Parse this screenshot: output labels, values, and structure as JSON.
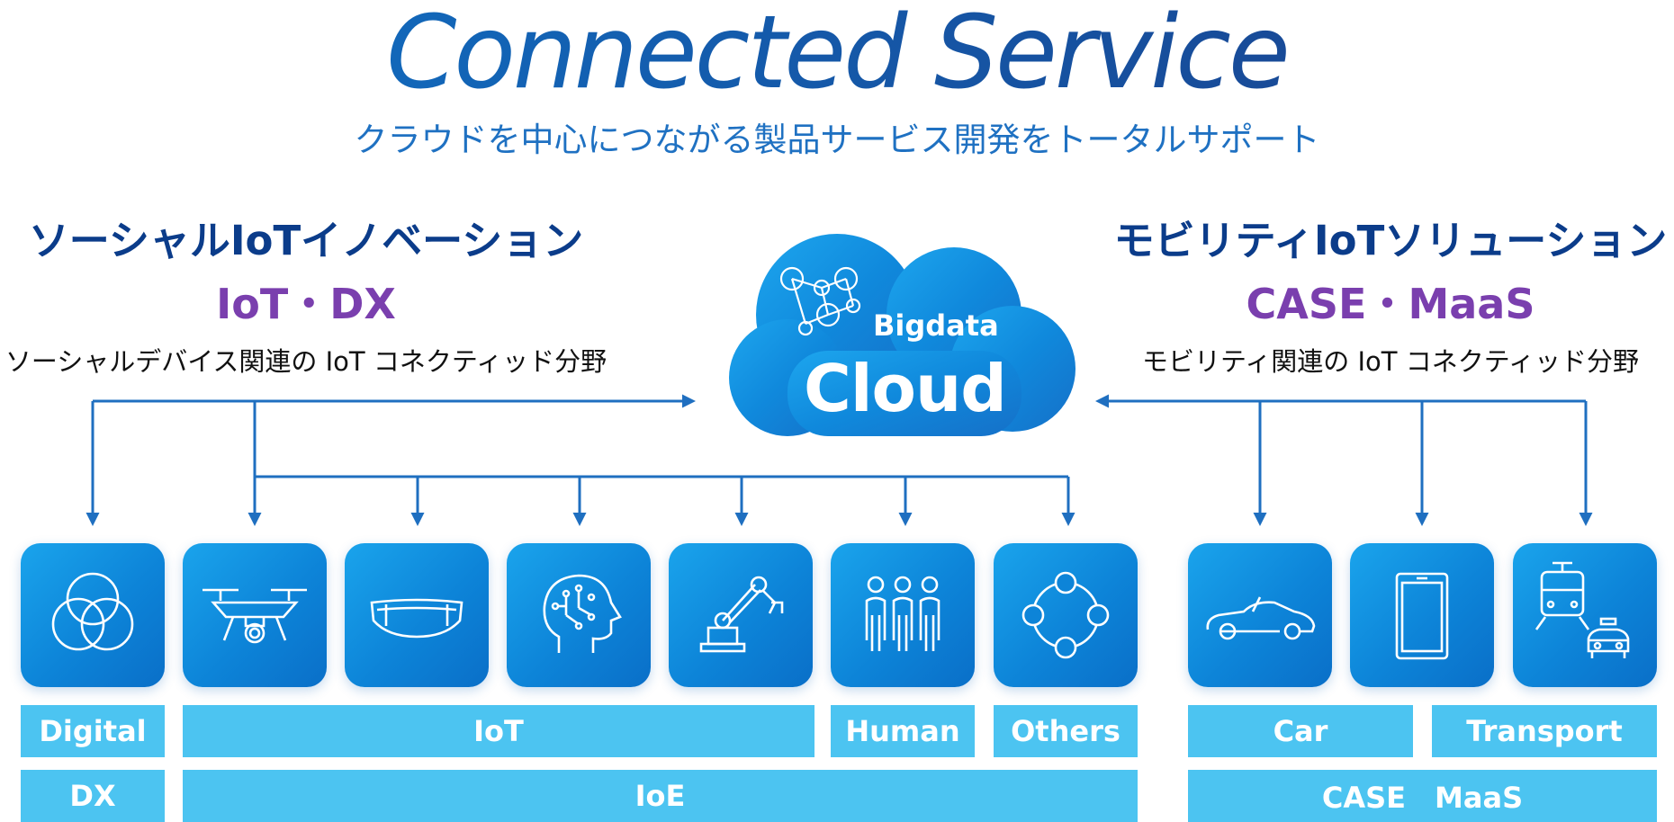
{
  "header": {
    "title": "Connected Service",
    "subtitle": "クラウドを中心につながる製品サービス開発をトータルサポート"
  },
  "left": {
    "heading": "ソーシャルIoTイノベーション",
    "subheading": "IoT・DX",
    "description": "ソーシャルデバイス関連の IoT コネクティッド分野"
  },
  "right": {
    "heading": "モビリティIoTソリューション",
    "subheading": "CASE・MaaS",
    "description": "モビリティ関連の IoT コネクティッド分野"
  },
  "cloud": {
    "small_label": "Bigdata",
    "big_label": "Cloud"
  },
  "tiles": [
    {
      "icon": "venn-circles-icon"
    },
    {
      "icon": "drone-icon"
    },
    {
      "icon": "smart-glasses-icon"
    },
    {
      "icon": "ai-head-icon"
    },
    {
      "icon": "robot-arm-icon"
    },
    {
      "icon": "people-icon"
    },
    {
      "icon": "network-cycle-icon"
    },
    {
      "icon": "car-icon"
    },
    {
      "icon": "smartphone-icon"
    },
    {
      "icon": "train-taxi-icon"
    }
  ],
  "labels_row1": {
    "digital": "Digital",
    "iot": "IoT",
    "human": "Human",
    "others": "Others",
    "car": "Car",
    "transport": "Transport"
  },
  "labels_row2": {
    "dx": "DX",
    "ioe": "IoE",
    "case_maas": "CASE　MaaS"
  },
  "colors": {
    "title": "#1a5aae",
    "heading": "#0b3c8a",
    "subheading": "#7a3fae",
    "tile": "#0d84d8",
    "label": "#4cc4f1",
    "arrow": "#1f6fc0"
  }
}
